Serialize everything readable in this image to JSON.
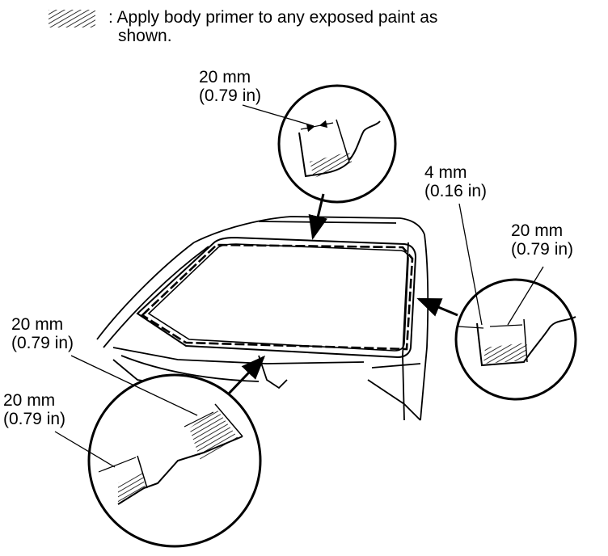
{
  "legend": {
    "symbol_name": "hatch-legend-swatch",
    "text": ": Apply body primer to any exposed paint as",
    "text_cont": "shown."
  },
  "callouts": {
    "top": {
      "mm": "20 mm",
      "in": "(0.79 in)"
    },
    "right_small": {
      "mm": "4 mm",
      "in": "(0.16 in)"
    },
    "right_large": {
      "mm": "20 mm",
      "in": "(0.79 in)"
    },
    "left_upper": {
      "mm": "20 mm",
      "in": "(0.79 in)"
    },
    "left_lower": {
      "mm": "20 mm",
      "in": "(0.79 in)"
    }
  }
}
